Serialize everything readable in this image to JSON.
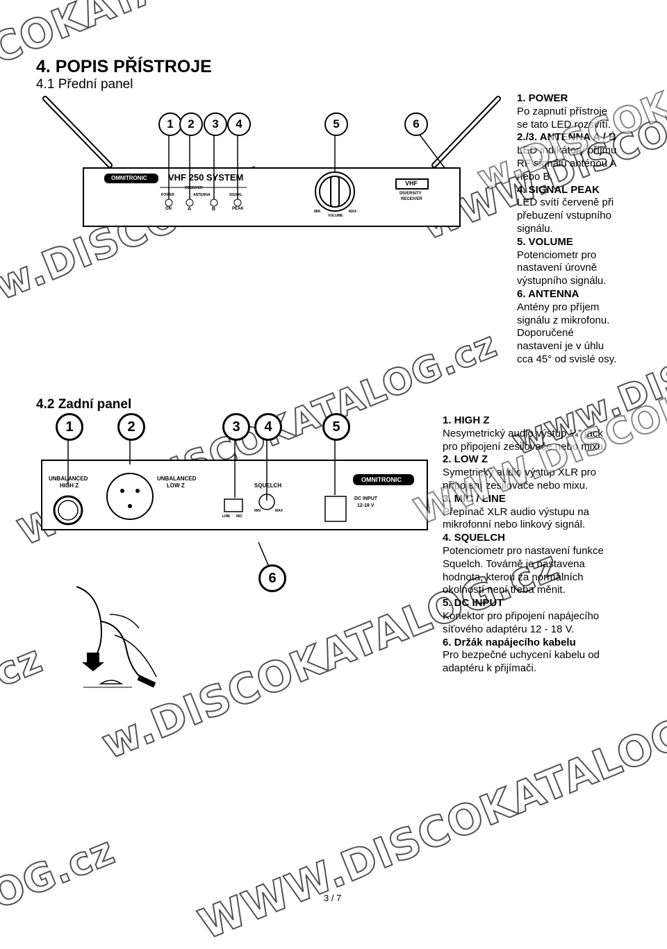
{
  "heading": {
    "title": "4. POPIS PŘÍSTROJE",
    "front_sub": "4.1 Přední panel",
    "rear_sub": "4.2 Zadní panel"
  },
  "front_items": [
    {
      "title": "1. POWER",
      "lines": [
        "Po zapnutí přístroje",
        "se tato LED rozsvítí."
      ]
    },
    {
      "title": "2./3. ANTENNA A / B",
      "lines": [
        "LED indikátory příjmu",
        "RF signálu anténou A",
        "nebo B."
      ]
    },
    {
      "title": "4. SIGNAL PEAK",
      "lines": [
        "LED svítí červeně při",
        "přebuzení vstupního",
        "signálu."
      ]
    },
    {
      "title": "5. VOLUME",
      "lines": [
        "Potenciometr pro",
        "nastavení úrovně",
        "výstupního signálu."
      ]
    },
    {
      "title": "6. ANTENNA",
      "lines": [
        "Antény pro příjem",
        "signálu z mikrofonu.",
        "Doporučené",
        "nastavení je v úhlu",
        "cca 45° od svislé osy."
      ]
    }
  ],
  "rear_items": [
    {
      "title": "1. HIGH Z",
      "lines": [
        "Nesymetrický audio výstup ¼” jack",
        "pro připojení zesilovače nebo mixu."
      ]
    },
    {
      "title": "2. LOW Z",
      "lines": [
        "Symetrický audio výstup XLR pro",
        "připojení zesilovače nebo mixu."
      ]
    },
    {
      "title": "3. MIC / LINE",
      "lines": [
        "Přepínač XLR audio výstupu na",
        "mikrofonní nebo linkový signál."
      ]
    },
    {
      "title": "4. SQUELCH",
      "lines": [
        "Potenciometr pro nastavení funkce",
        "Squelch. Továrně je nastavena",
        "hodnota, kterou za normálních",
        "okolností není třeba měnit."
      ]
    },
    {
      "title": "5. DC INPUT",
      "lines": [
        "Konektor pro připojení napájecího",
        "síťového adaptéru 12 - 18 V."
      ]
    },
    {
      "title": "6. Držák napájecího kabelu",
      "lines": [
        "Pro bezpečné uchycení kabelu od",
        "adaptéru k přijímači."
      ]
    }
  ],
  "front_panel": {
    "callouts": [
      "1",
      "2",
      "3",
      "4",
      "5",
      "6"
    ],
    "brand": "OMNITRONIC",
    "model": "VHF 250 SYSTEM",
    "receiver": "RECEIVER",
    "power": "POWER",
    "antenna": "ANTENNA",
    "signal": "SIGNAL",
    "on": "ON",
    "a": "A",
    "b": "B",
    "peak": "PEAK",
    "min": "MIN",
    "max": "MAX",
    "volume": "VOLUME",
    "vhf": "VHF",
    "diversity": "DIVERSITY",
    "receiver2": "RECEIVER"
  },
  "rear_panel": {
    "callouts": [
      "1",
      "2",
      "3",
      "4",
      "5",
      "6"
    ],
    "unbal_high_1": "UNBALANCED",
    "unbal_high_2": "HIGH Z",
    "unbal_low_1": "UNBALANCED",
    "unbal_low_2": "LOW Z",
    "squelch": "SQUELCH",
    "line": "LINE",
    "mic": "MIC",
    "min": "MIN",
    "max": "MAX",
    "brand": "OMNITRONIC",
    "dc1": "DC INPUT",
    "dc2": "12-18 V"
  },
  "watermarks": [
    "COKATALOG",
    "w.DISCOKAT",
    "WWW.DISCOKATALOG.cz",
    "WWW.DISCOKATALOG.cz",
    "w.DISCOKATALOG.cz",
    "www.DISC",
    "WWW.DISCOKATALOG.cz",
    "WWW.DISCOKATALOG.cz",
    "OG.cz",
    "cz",
    "w.DISCOKAT"
  ],
  "page_number": "3 / 7"
}
